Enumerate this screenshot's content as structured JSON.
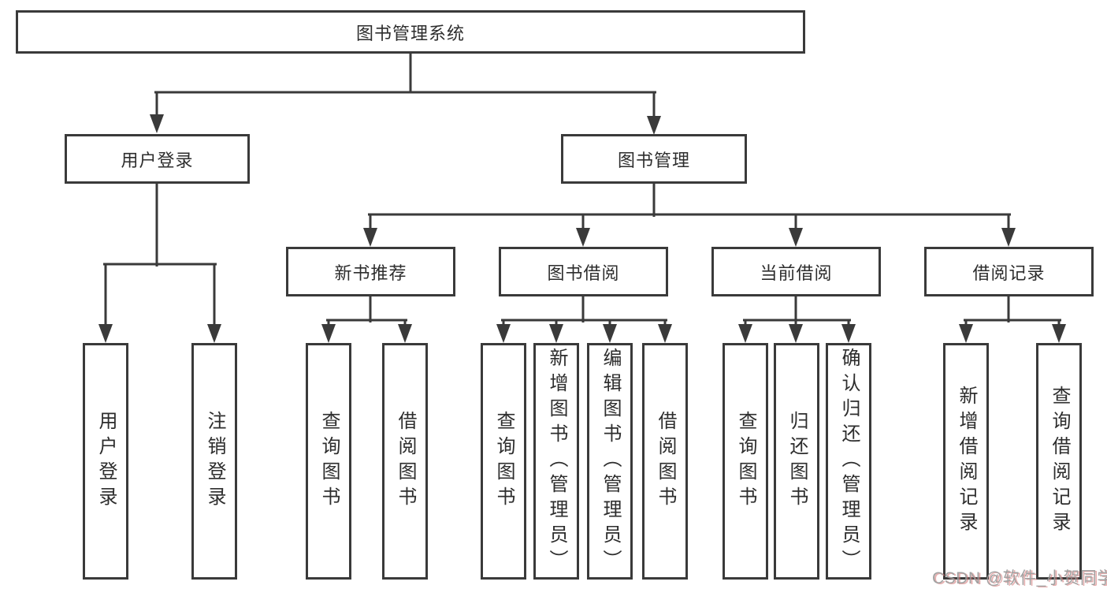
{
  "nodes": {
    "root": "图书管理系统",
    "user_login": "用户登录",
    "book_management": "图书管理",
    "new_book_recommend": "新书推荐",
    "book_borrowing": "图书借阅",
    "current_borrowing": "当前借阅",
    "borrowing_records": "借阅记录"
  },
  "leaves": {
    "user_login": [
      "用户登录",
      "注销登录"
    ],
    "new_book_recommend": [
      "查询图书",
      "借阅图书"
    ],
    "book_borrowing": [
      "查询图书",
      "新增图书（管理员）",
      "编辑图书（管理员）",
      "借阅图书"
    ],
    "current_borrowing": [
      "查询图书",
      "归还图书",
      "确认归还（管理员）"
    ],
    "borrowing_records": [
      "新增借阅记录",
      "查询借阅记录"
    ]
  },
  "watermark": "CSDN @软件_小贺同学",
  "colors": {
    "line": "#3a3a3a",
    "text": "#2d2d2d",
    "background": "#ffffff",
    "watermark": "#9b9b9b",
    "watermark_shadow": "#d67878"
  }
}
